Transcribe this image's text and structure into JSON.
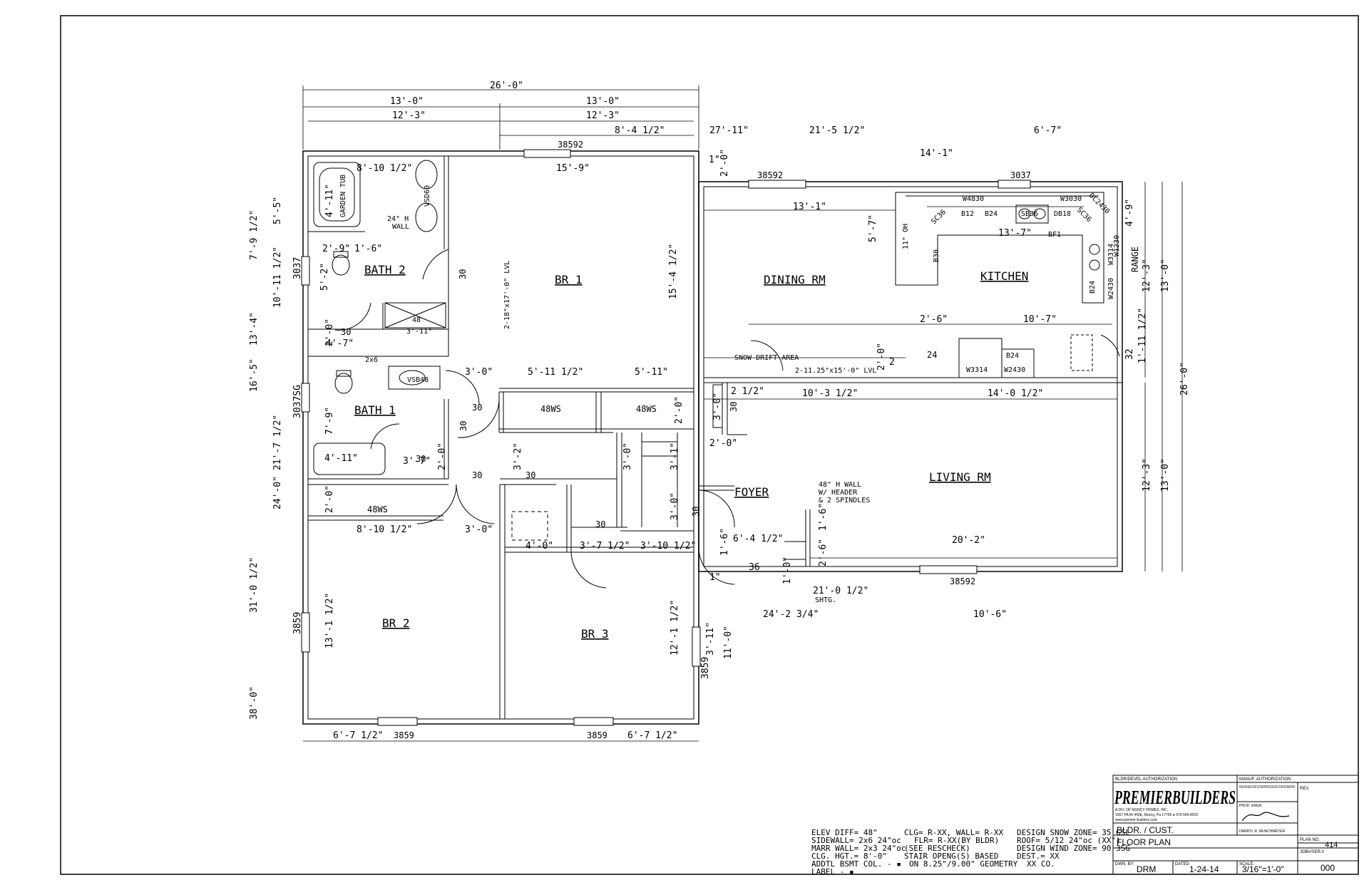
{
  "rooms": {
    "bath2": "BATH 2",
    "br1": "BR 1",
    "dining": "DINING RM",
    "kitchen": "KITCHEN",
    "bath1": "BATH 1",
    "living": "LIVING RM",
    "foyer": "FOYER",
    "br2": "BR 2",
    "br3": "BR 3"
  },
  "dimensions": {
    "top_overall": "26'-0\"",
    "top_left": "13'-0\"",
    "top_right": "13'-0\"",
    "top_left_inner": "12'-3\"",
    "top_right_inner": "12'-3\"",
    "top_right_sub": "8'-4 1/2\"",
    "d27_11": "27'-11\"",
    "d21_5": "21'-5 1/2\"",
    "d6_7": "6'-7\"",
    "d14_1": "14'-1\"",
    "d2_0_top": "2'-0\"",
    "d1": "1\"",
    "d8_10": "8'-10 1/2\"",
    "d15_9": "15'-9\"",
    "d13_1": "13'-1\"",
    "d13_7": "13'-7\"",
    "d5_7": "5'-7\"",
    "d4_9": "4'-9\"",
    "d12_3a": "12'-3\"",
    "d13_0a": "13'-0\"",
    "d26_0": "26'-0\"",
    "d12_3b": "12'-3\"",
    "d13_0b": "13'-0\"",
    "d15_4": "15'-4 1/2\"",
    "d2_9": "2'-9\"",
    "d1_6": "1'-6\"",
    "d5_2": "5'-2\"",
    "d4_11a": "4'-11\"",
    "d4_7": "4'-7\"",
    "d2_0a": "2'-0\"",
    "d5_11_half": "5'-11 1/2\"",
    "d5_11": "5'-11\"",
    "d3_0a": "3'-0\"",
    "d2_6": "2'-6\"",
    "d10_7": "10'-7\"",
    "d2_0b": "2'-0\"",
    "d2": "2",
    "d1_11": "1'-11 1/2\"",
    "d10_3": "10'-3 1/2\"",
    "d14_0": "14'-0 1/2\"",
    "d2_half": "2 1/2\"",
    "d3_0b": "3'-0\"",
    "d2_0c": "2'-0\"",
    "d2_0d": "2'-0\"",
    "d2_0e": "2'-0\"",
    "d7_9": "7'-9\"",
    "d4_11b": "4'-11\"",
    "d3_7a": "3'-7\"",
    "d2_0f": "2'-0\"",
    "d3_2": "3'-2\"",
    "d3_0c": "3'-0\"",
    "d3_1": "3'-1\"",
    "d3_0d": "3'-0\"",
    "d8_10b": "8'-10 1/2\"",
    "d3_0e": "3'-0\"",
    "d4_0": "4'-0\"",
    "d3_7b": "3'-7 1/2\"",
    "d3_10": "3'-10 1/2\"",
    "d1_6b": "1'-6\"",
    "d6_4": "6'-4 1/2\"",
    "d1_6c": "1'-6\"",
    "d2_6b": "2'-6\"",
    "d1_0": "1'-0\"",
    "d20_2": "20'-2\"",
    "d21_0": "21'-0 1/2\"",
    "shtg": "SHTG.",
    "d1b": "1\"",
    "d24_2": "24'-2 3/4\"",
    "d10_6": "10'-6\"",
    "d13_1b": "13'-1 1/2\"",
    "d12_1": "12'-1 1/2\"",
    "d3_11": "3'-11\"",
    "d11_0": "11'-0\"",
    "d6_7a": "6'-7 1/2\"",
    "d6_7b": "6'-7 1/2\"",
    "d36": "36",
    "d32": "32",
    "left_5_5": "5'-5\"",
    "left_7_9": "7'-9 1/2\"",
    "left_10_11": "10'-11 1/2\"",
    "left_13_4": "13'-4\"",
    "left_16_5": "16'-5\"",
    "left_21_7": "21'-7 1/2\"",
    "left_24_0": "24'-0\"",
    "left_31_0": "31'-0 1/2\"",
    "left_38_0": "38'-0\""
  },
  "labels": {
    "w38592_top": "38592",
    "w38592_dining": "38592",
    "w3037_kitchen": "3037",
    "w38592_living": "38592",
    "w3037_bath2": "3037",
    "w3037sg": "3037SG",
    "w3859_br2_side": "3859",
    "w3859_br2_bottom": "3859",
    "w3859_br3_bottom": "3859",
    "w3859_br3_side": "3859",
    "garden_tub": "GARDEN TUB",
    "vsd": "VSD60",
    "wall24": "24\" H",
    "wall24b": "WALL",
    "shower48": "48",
    "shower3_11": "3'-11\"",
    "d30_bath2": "30",
    "d30_br1": "30",
    "lvl": "2-18\"x17'-0\" LVL",
    "x2x6": "2x6",
    "vsb48": "VSB48",
    "d30_hall1": "30",
    "d30_hall2": "30",
    "d30_bath1": "30",
    "d30_hall3": "30",
    "d30_hall4": "30",
    "ws48_a": "48WS",
    "ws48_b": "48WS",
    "ws48_c": "48WS",
    "d30_stair": "30",
    "d30_closet": "30",
    "d30_foyer": "30",
    "w4830": "W4830",
    "w3030": "W3030",
    "dc2430": "DC2430",
    "sc36a": "SC36",
    "sc36b": "SC36",
    "b12": "B12",
    "b24a": "B24",
    "sb36": "SB36",
    "db18": "DB18",
    "bf1": "BF1",
    "oh11": "11\" OH",
    "b30": "B30",
    "range": "RANGE",
    "w1230": "W1230",
    "w3314a": "W3314",
    "b24b": "B24",
    "w2430a": "W2430",
    "d24": "24",
    "b24c": "B24",
    "w3314b": "W3314",
    "w2430b": "W2430",
    "snow": "SNOW DRIFT AREA",
    "lvl2": "2-11.25\"x15'-0\" LVL",
    "wall48a": "48\" H WALL",
    "wall48b": "W/ HEADER",
    "wall48c": "& 2 SPINDLES"
  },
  "notes": {
    "col1": [
      "ELEV DIFF= 48\"",
      "SIDEWALL= 2x6 24\"oc",
      "MARR WALL= 2x3 24\"oc",
      "CLG. HGT.= 8'-0\"",
      "ADDTL BSMT COL. - ▪",
      "LABEL - ▪"
    ],
    "col2": [
      "CLG= R-XX, WALL= R-XX",
      "FLR= R-XX(BY BLDR)",
      "(SEE RESCHECK)",
      "STAIR OPENG(S) BASED",
      "ON 8.25\"/9.00\" GEOMETRY"
    ],
    "col3": [
      "DESIGN SNOW ZONE= 35 GSL",
      "ROOF= 5/12 24\"oc (XX°)",
      "DESIGN WIND ZONE= 90 3SG",
      "DEST.= XX",
      "XX CO."
    ]
  },
  "title_block": {
    "bldr_auth": "BLDR/DEVEL AUTHORIZATION",
    "manuf_auth": "MANUF. AUTHORIZATION",
    "rev": "REV.",
    "logo": "PREMIERBUILDERS",
    "division": "A DIV. OF MUNCY HOMES, INC.",
    "address": "1567 PA Rt 442E, Muncy, Pa 17756 ● 570-546-8915",
    "website": "www.premier-builders.com",
    "plans_note": "PLANS HAVE BEEN EXTRACTED FROM APPROVED BUILDING SYSTEM DOCUMENTATION",
    "prod_engr": "PROD. ENGR.",
    "signer": "DARRYL R. MUNCHMEYER",
    "client": "BLDR. / CUST.",
    "sheet_name": "FLOOR PLAN",
    "plan_no_label": "PLAN NO.",
    "plan_no": "414",
    "dwn_label": "DWN. BY:",
    "dwn_val": "DRM",
    "date_label": "DATED",
    "date_val": "1-24-14",
    "scale_label": "SCALE:",
    "scale_val": "3/16\"=1'-0\"",
    "job_label": "JOB#/SER.#",
    "job_val": "000"
  }
}
